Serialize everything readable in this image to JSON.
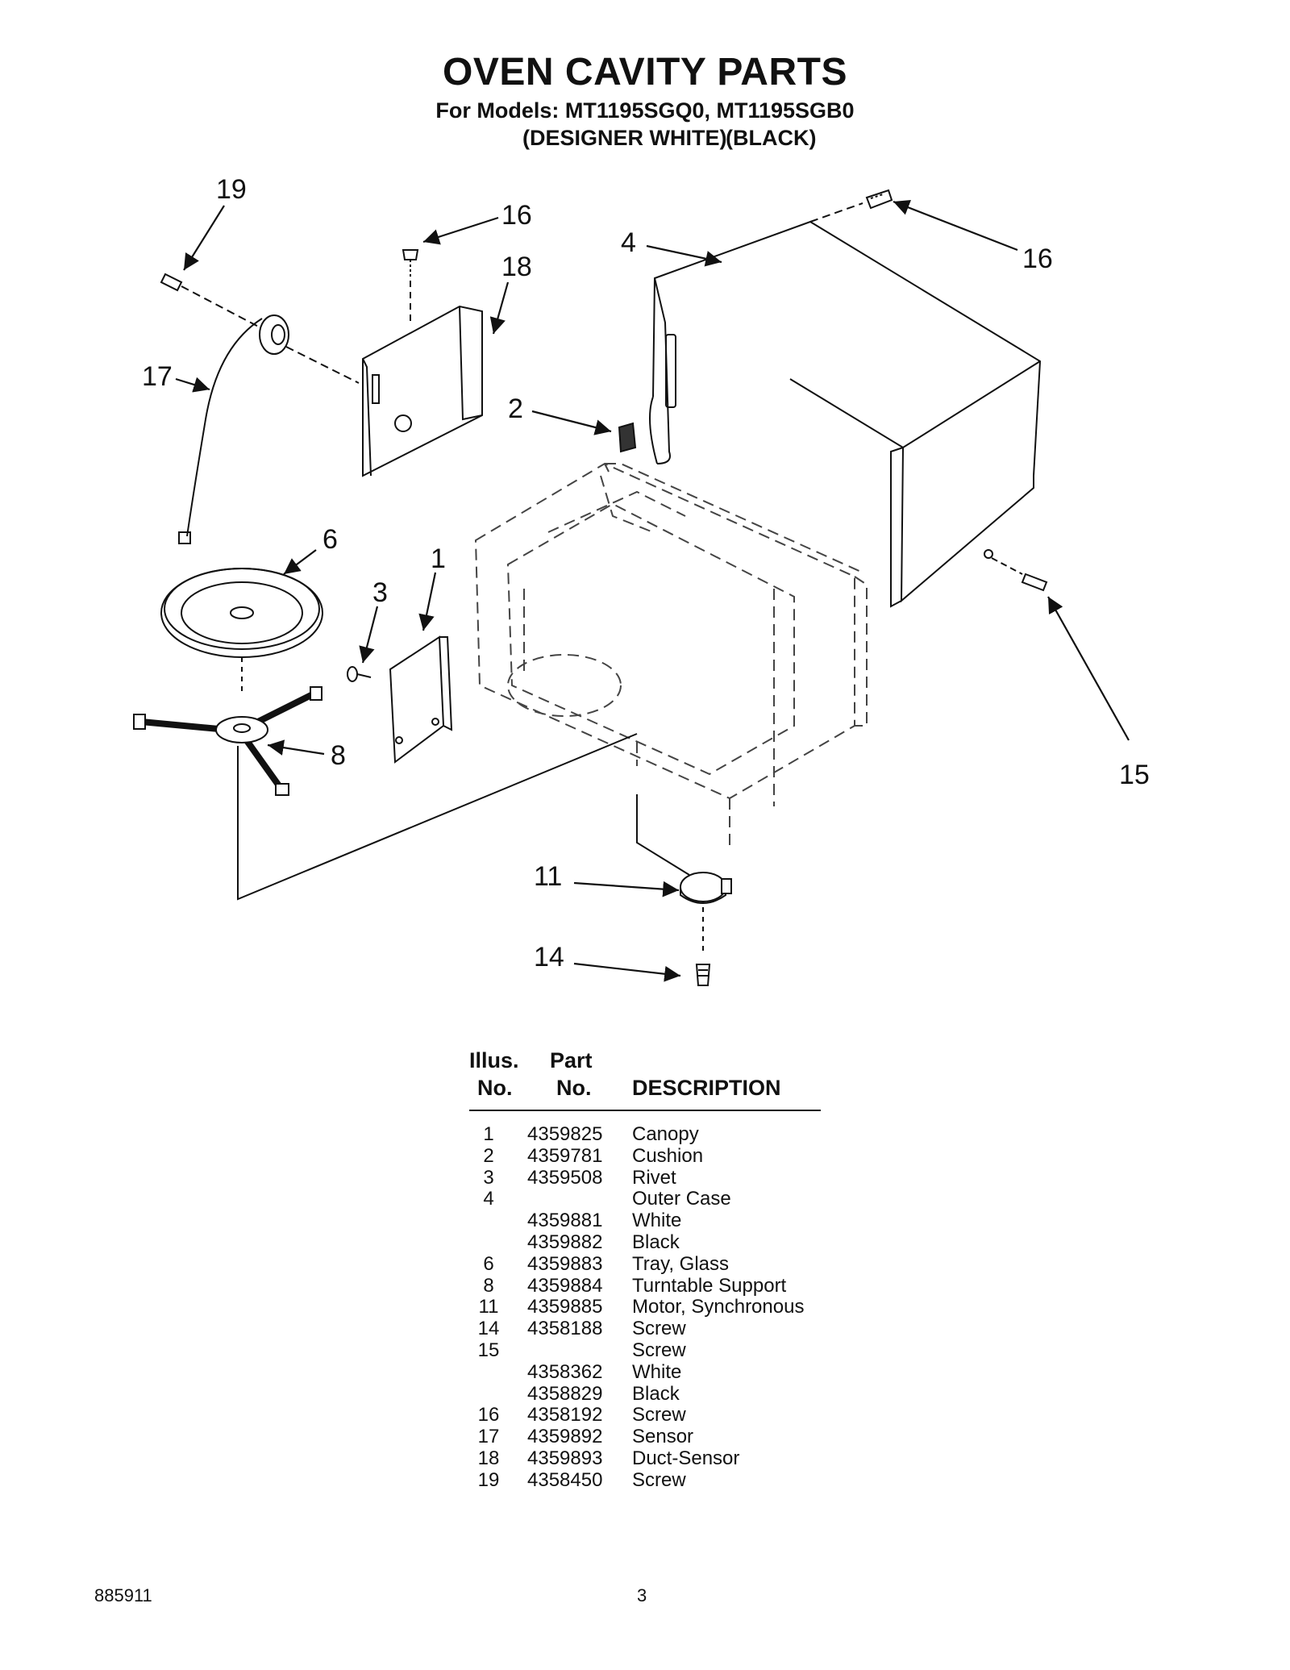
{
  "header": {
    "title": "OVEN CAVITY PARTS",
    "subtitle": "For Models: MT1195SGQ0, MT1195SGB0",
    "variant_white": "(DESIGNER WHITE)",
    "variant_black": "(BLACK)"
  },
  "callouts": {
    "c19": "19",
    "c16a": "16",
    "c18": "18",
    "c4": "4",
    "c16b": "16",
    "c17": "17",
    "c2": "2",
    "c6": "6",
    "c1": "1",
    "c3": "3",
    "c8": "8",
    "c15": "15",
    "c11": "11",
    "c14": "14"
  },
  "table": {
    "head_illus_1": "Illus.",
    "head_illus_2": "No.",
    "head_part_1": "Part",
    "head_part_2": "No.",
    "head_desc": "DESCRIPTION",
    "rows": [
      {
        "illus": "1",
        "part": "4359825",
        "desc": "Canopy"
      },
      {
        "illus": "2",
        "part": "4359781",
        "desc": "Cushion"
      },
      {
        "illus": "3",
        "part": "4359508",
        "desc": "Rivet"
      },
      {
        "illus": "4",
        "part": "",
        "desc": "Outer Case"
      },
      {
        "illus": "",
        "part": "4359881",
        "desc": "White"
      },
      {
        "illus": "",
        "part": "4359882",
        "desc": "Black"
      },
      {
        "illus": "6",
        "part": "4359883",
        "desc": "Tray, Glass"
      },
      {
        "illus": "8",
        "part": "4359884",
        "desc": "Turntable Support"
      },
      {
        "illus": "11",
        "part": "4359885",
        "desc": "Motor, Synchronous"
      },
      {
        "illus": "14",
        "part": "4358188",
        "desc": "Screw"
      },
      {
        "illus": "15",
        "part": "",
        "desc": "Screw"
      },
      {
        "illus": "",
        "part": "4358362",
        "desc": "White"
      },
      {
        "illus": "",
        "part": "4358829",
        "desc": "Black"
      },
      {
        "illus": "16",
        "part": "4358192",
        "desc": "Screw"
      },
      {
        "illus": "17",
        "part": "4359892",
        "desc": "Sensor"
      },
      {
        "illus": "18",
        "part": "4359893",
        "desc": "Duct-Sensor"
      },
      {
        "illus": "19",
        "part": "4358450",
        "desc": "Screw"
      }
    ]
  },
  "footer": {
    "doc_number": "885911",
    "page_number": "3"
  }
}
